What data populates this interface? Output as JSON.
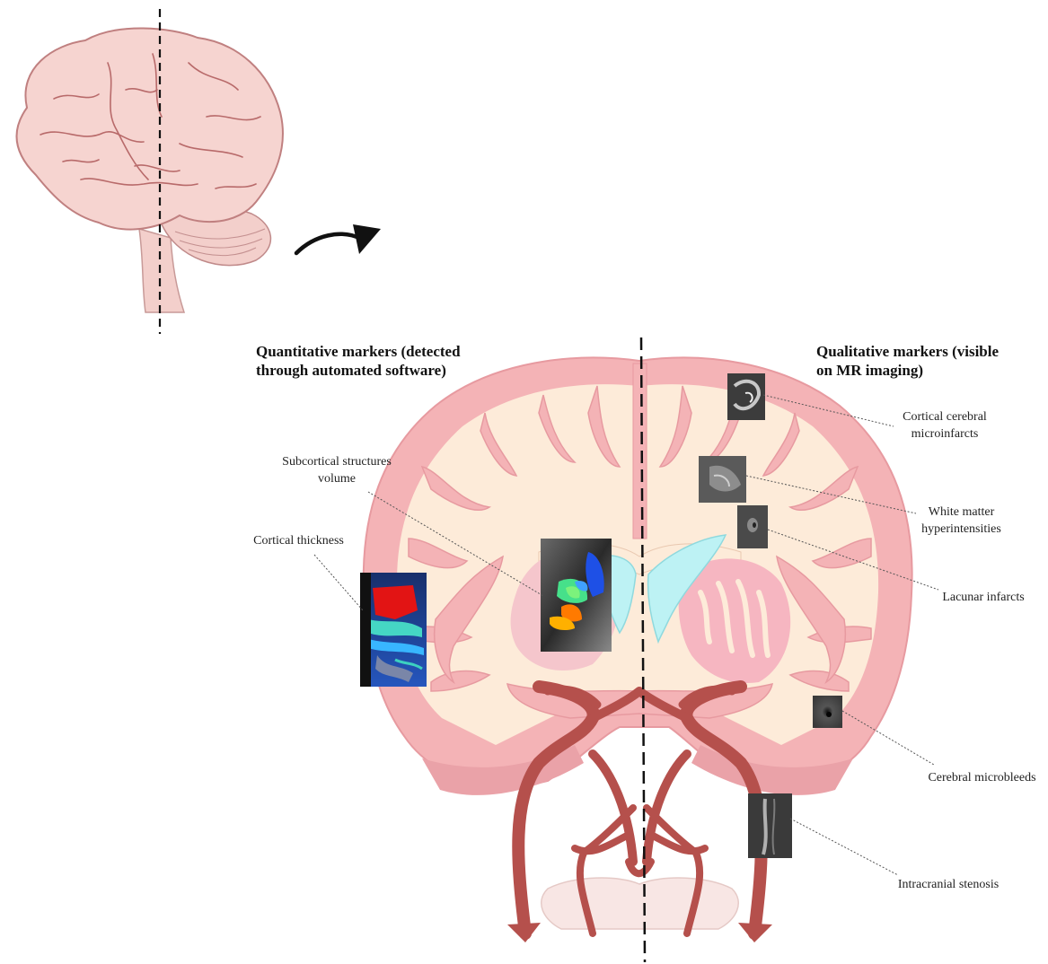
{
  "headers": {
    "quantitative_line1": "Quantitative markers (detected",
    "quantitative_line2": "through automated software)",
    "qualitative_line1": "Qualitative markers (visible",
    "qualitative_line2": "on MR imaging)"
  },
  "labels": {
    "cortical_thickness": "Cortical thickness",
    "subcortical_line1": "Subcortical structures",
    "subcortical_line2": "volume",
    "microinfarcts_line1": "Cortical cerebral",
    "microinfarcts_line2": "microinfarcts",
    "wmh_line1": "White matter",
    "wmh_line2": "hyperintensities",
    "lacunar": "Lacunar infarcts",
    "microbleeds": "Cerebral microbleeds",
    "stenosis": "Intracranial stenosis"
  },
  "colors": {
    "brain_outer": "#f4b3b6",
    "brain_gyri": "#f7a8b2",
    "white_matter": "#fdebd9",
    "vessel": "#b5504c",
    "ventricle": "#bdf2f4",
    "side_brain": "#f6d4d0"
  }
}
